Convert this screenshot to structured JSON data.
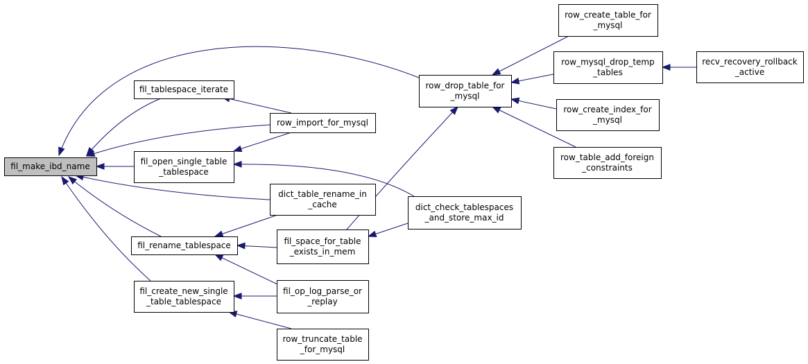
{
  "graph": {
    "background": "#ffffff",
    "edge_color": "#191970",
    "node_fill": "#ffffff",
    "root_fill": "#bfbfbf",
    "node_border": "#000000",
    "nodes": [
      {
        "id": "fil_make_ibd_name",
        "lines": [
          "fil_make_ibd_name"
        ],
        "root": true
      },
      {
        "id": "fil_tablespace_iterate",
        "lines": [
          "fil_tablespace_iterate"
        ]
      },
      {
        "id": "fil_open_single_table_tablespace",
        "lines": [
          "fil_open_single_table",
          "_tablespace"
        ]
      },
      {
        "id": "fil_rename_tablespace",
        "lines": [
          "fil_rename_tablespace"
        ]
      },
      {
        "id": "fil_create_new_single_table_tablespace",
        "lines": [
          "fil_create_new_single",
          "_table_tablespace"
        ]
      },
      {
        "id": "row_import_for_mysql",
        "lines": [
          "row_import_for_mysql"
        ]
      },
      {
        "id": "dict_table_rename_in_cache",
        "lines": [
          "dict_table_rename_in",
          "_cache"
        ]
      },
      {
        "id": "fil_space_for_table_exists_in_mem",
        "lines": [
          "fil_space_for_table",
          "_exists_in_mem"
        ]
      },
      {
        "id": "fil_op_log_parse_or_replay",
        "lines": [
          "fil_op_log_parse_or",
          "_replay"
        ]
      },
      {
        "id": "row_truncate_table_for_mysql",
        "lines": [
          "row_truncate_table",
          "_for_mysql"
        ]
      },
      {
        "id": "row_drop_table_for_mysql",
        "lines": [
          "row_drop_table_for",
          "_mysql"
        ]
      },
      {
        "id": "dict_check_tablespaces_and_store_max_id",
        "lines": [
          "dict_check_tablespaces",
          "_and_store_max_id"
        ]
      },
      {
        "id": "row_create_table_for_mysql",
        "lines": [
          "row_create_table_for",
          "_mysql"
        ]
      },
      {
        "id": "row_mysql_drop_temp_tables",
        "lines": [
          "row_mysql_drop_temp",
          "_tables"
        ]
      },
      {
        "id": "row_create_index_for_mysql",
        "lines": [
          "row_create_index_for",
          "_mysql"
        ]
      },
      {
        "id": "row_table_add_foreign_constraints",
        "lines": [
          "row_table_add_foreign",
          "_constraints"
        ]
      },
      {
        "id": "recv_recovery_rollback_active",
        "lines": [
          "recv_recovery_rollback",
          "_active"
        ]
      }
    ],
    "edges": [
      {
        "from": "row_drop_table_for_mysql",
        "to": "fil_make_ibd_name"
      },
      {
        "from": "fil_tablespace_iterate",
        "to": "fil_make_ibd_name"
      },
      {
        "from": "row_import_for_mysql",
        "to": "fil_make_ibd_name"
      },
      {
        "from": "fil_open_single_table_tablespace",
        "to": "fil_make_ibd_name"
      },
      {
        "from": "dict_table_rename_in_cache",
        "to": "fil_make_ibd_name"
      },
      {
        "from": "fil_rename_tablespace",
        "to": "fil_make_ibd_name"
      },
      {
        "from": "fil_create_new_single_table_tablespace",
        "to": "fil_make_ibd_name"
      },
      {
        "from": "row_import_for_mysql",
        "to": "fil_tablespace_iterate"
      },
      {
        "from": "row_import_for_mysql",
        "to": "fil_open_single_table_tablespace"
      },
      {
        "from": "dict_check_tablespaces_and_store_max_id",
        "to": "fil_open_single_table_tablespace"
      },
      {
        "from": "dict_table_rename_in_cache",
        "to": "fil_rename_tablespace"
      },
      {
        "from": "fil_space_for_table_exists_in_mem",
        "to": "fil_rename_tablespace"
      },
      {
        "from": "fil_op_log_parse_or_replay",
        "to": "fil_rename_tablespace"
      },
      {
        "from": "fil_op_log_parse_or_replay",
        "to": "fil_create_new_single_table_tablespace"
      },
      {
        "from": "row_truncate_table_for_mysql",
        "to": "fil_create_new_single_table_tablespace"
      },
      {
        "from": "dict_check_tablespaces_and_store_max_id",
        "to": "fil_space_for_table_exists_in_mem"
      },
      {
        "from": "fil_space_for_table_exists_in_mem",
        "to": "row_drop_table_for_mysql"
      },
      {
        "from": "row_create_table_for_mysql",
        "to": "row_drop_table_for_mysql"
      },
      {
        "from": "row_mysql_drop_temp_tables",
        "to": "row_drop_table_for_mysql"
      },
      {
        "from": "row_create_index_for_mysql",
        "to": "row_drop_table_for_mysql"
      },
      {
        "from": "row_table_add_foreign_constraints",
        "to": "row_drop_table_for_mysql"
      },
      {
        "from": "recv_recovery_rollback_active",
        "to": "row_mysql_drop_temp_tables"
      }
    ]
  }
}
